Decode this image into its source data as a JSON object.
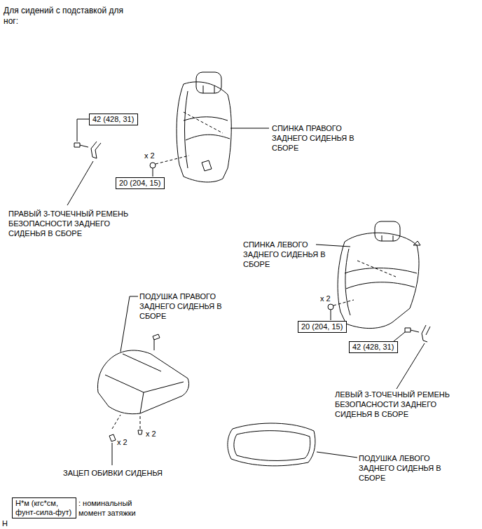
{
  "diagram": {
    "title": "Для сидений с подставкой для ног:",
    "nodes": [
      {
        "text": [
          "42 (428, 31)"
        ]
      },
      {
        "text": [
          "20 (204, 15)"
        ]
      },
      {
        "text": [
          "20 (204, 15)"
        ]
      },
      {
        "text": [
          "42 (428, 31)"
        ]
      },
      {
        "text": [
          "Н*м (кгс*см, фунт-сила-фут)"
        ]
      }
    ],
    "labels": [
      "СПИНКА ПРАВОГО ЗАДНЕГО СИДЕНЬЯ В СБОРЕ",
      "x 2",
      "ПРАВЫЙ 3-ТОЧЕЧНЫЙ РЕМЕНЬ БЕЗОПАСНОСТИ ЗАДНЕГО СИДЕНЬЯ В СБОРЕ",
      "СПИНКА ЛЕВОГО ЗАДНЕГО СИДЕНЬЯ В СБОРЕ",
      "ПОДУШКА ПРАВОГО ЗАДНЕГО СИДЕНЬЯ В СБОРЕ",
      "x 2",
      "ЛЕВЫЙ 3-ТОЧЕЧНЫЙ РЕМЕНЬ БЕЗОПАСНОСТИ ЗАДНЕГО СИДЕНЬЯ В СБОРЕ",
      "x 2",
      "x 2",
      "ЗАЦЕП ОБИВКИ СИДЕНЬЯ",
      "ПОДУШКА ЛЕВОГО ЗАДНЕГО СИДЕНЬЯ В СБОРЕ",
      ": номинальный момент затяжки",
      "H"
    ]
  }
}
